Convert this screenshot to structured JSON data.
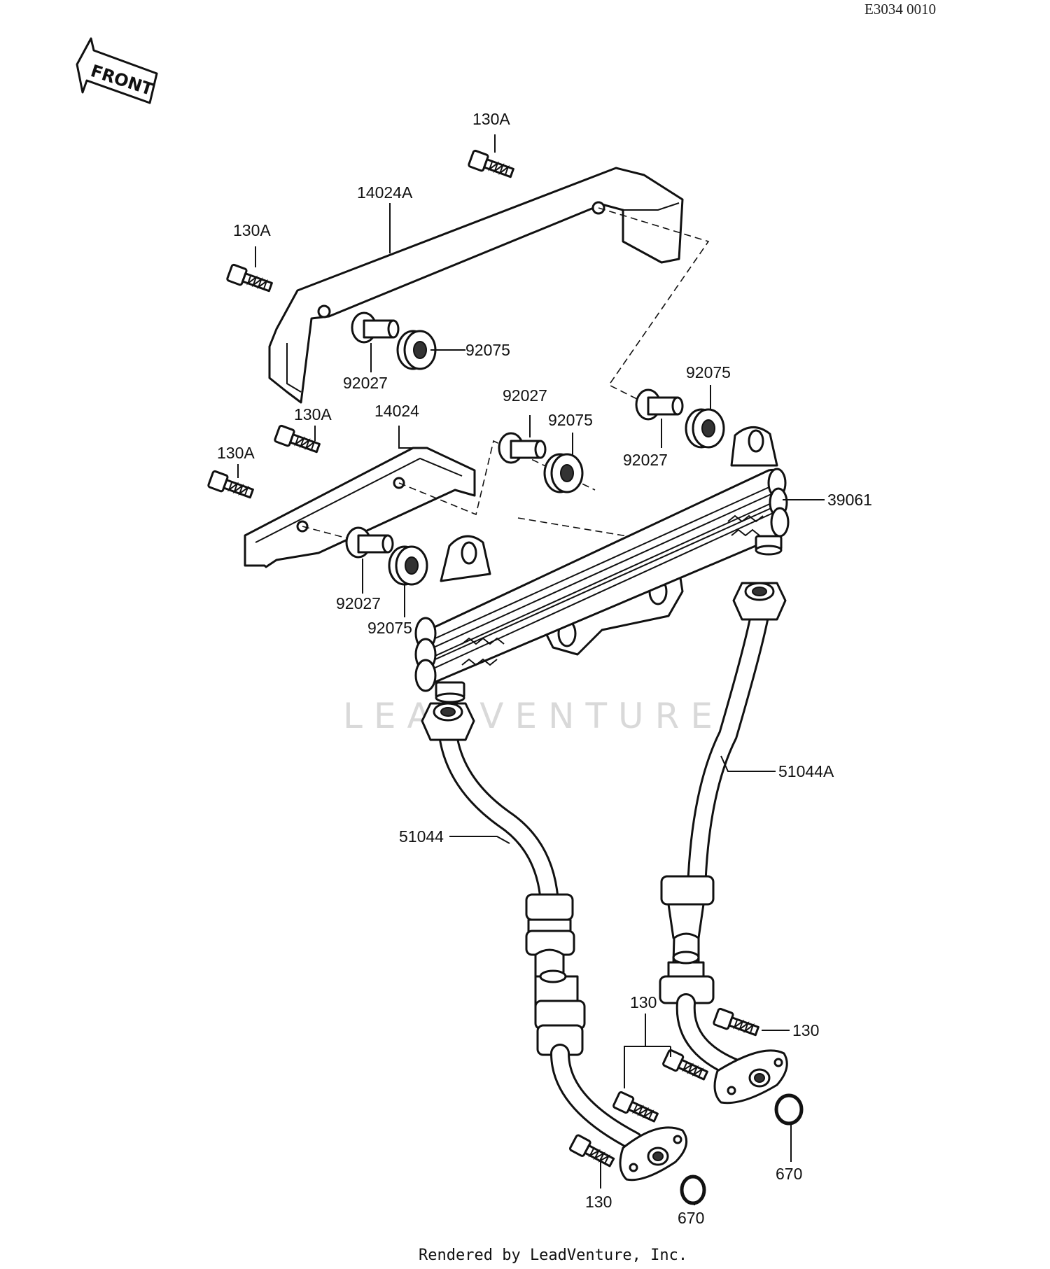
{
  "diagram_ref": "E3034 0010",
  "front_arrow_label": "FRONT",
  "watermark": "LEADVENTURE",
  "footer": "Rendered by LeadVenture, Inc.",
  "callouts": {
    "bolt_top": "130A",
    "bracket_upper": "14024A",
    "bolt_upper_left": "130A",
    "grommet_upper_left": "92075",
    "collar_upper_left": "92027",
    "grommet_upper_right": "92075",
    "collar_upper_right": "92027",
    "bolt_mid": "130A",
    "bracket_lower": "14024",
    "collar_mid": "92027",
    "grommet_mid": "92075",
    "bolt_lower_left": "130A",
    "oil_cooler": "39061",
    "collar_lower": "92027",
    "grommet_lower": "92075",
    "hose_right": "51044A",
    "hose_left": "51044",
    "bolt_group_center": "130",
    "bolt_right": "130",
    "bolt_bottom_left": "130",
    "oring_right": "670",
    "oring_left": "670"
  }
}
